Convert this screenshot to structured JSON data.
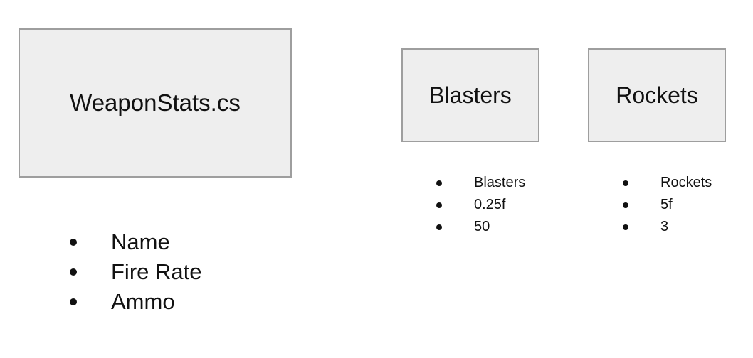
{
  "boxes": {
    "main": "WeaponStats.cs",
    "blasters": "Blasters",
    "rockets": "Rockets"
  },
  "fields": [
    "Name",
    "Fire Rate",
    "Ammo"
  ],
  "blasters_values": [
    "Blasters",
    "0.25f",
    "50"
  ],
  "rockets_values": [
    "Rockets",
    "5f",
    "3"
  ]
}
